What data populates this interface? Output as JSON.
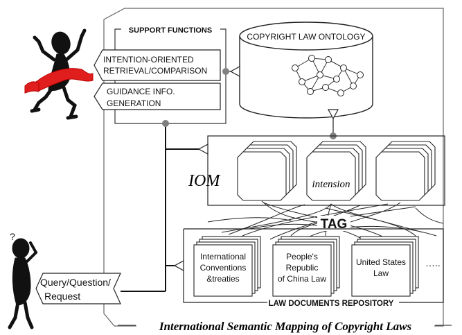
{
  "support_functions": {
    "title": "SUPPORT FUNCTIONS",
    "item1_line1": "INTENTION-ORIENTED",
    "item1_line2": "RETRIEVAL/COMPARISON",
    "item2_line1": "GUIDANCE INFO.",
    "item2_line2": "GENERATION"
  },
  "ontology": {
    "title": "COPYRIGHT  LAW ONTOLOGY"
  },
  "iom": {
    "label": "IOM",
    "middle_card": "intension"
  },
  "tag_label": "TAG",
  "repository": {
    "title": "LAW DOCUMENTS REPOSITORY",
    "doc1_line1": "International",
    "doc1_line2": "Conventions",
    "doc1_line3": "&treaties",
    "doc2_line1": "People's",
    "doc2_line2": "Republic",
    "doc2_line3": "of China Law",
    "doc3_line1": "United States",
    "doc3_line2": "Law",
    "ellipsis": "….."
  },
  "query": {
    "line1": "Query/Question/",
    "line2": "Request"
  },
  "caption": "International Semantic Mapping of Copyright Laws",
  "colors": {
    "ribbon": "#e01e1e",
    "figure": "#111111",
    "node": "#808080",
    "line": "#222222"
  }
}
